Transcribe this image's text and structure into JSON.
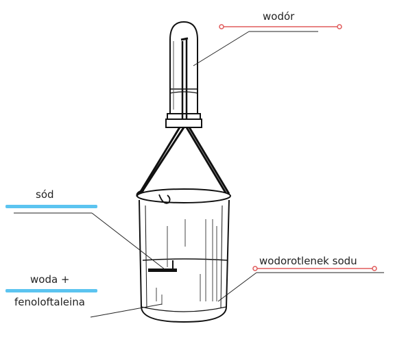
{
  "labels": {
    "hydrogen": "wodór",
    "sodium": "sód",
    "water_line1": "woda +",
    "water_line2": "fenoloftaleina",
    "sodium_hydroxide": "wodorotlenek sodu"
  },
  "colors": {
    "red_marker": "#e05a5a",
    "blue_marker": "#5bc4f0",
    "ink": "#111111"
  }
}
